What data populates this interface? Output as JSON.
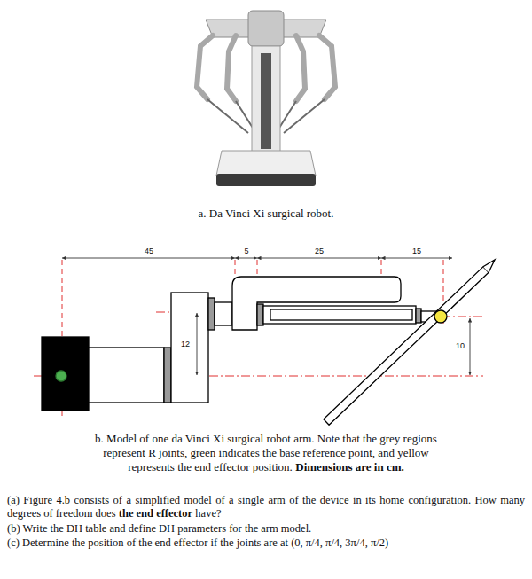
{
  "diagram": {
    "labels": [
      "a. Da Vinci Xi surgical robot.",
      "45",
      "5",
      "25",
      "15",
      "12",
      "10",
      "b. Model of one da Vinci Xi surgical robot arm. Note that the grey regions represent R joints, green indicates the base reference point, and yellow represents the end effector position.",
      "Dimensions are in cm.",
      "(a) Figure 4.b consists of a simplified model of a single arm of the device in its home configuration. How many degrees of freedom does",
      "the end effector",
      "have?",
      "(b) Write the DH table and define DH parameters for the arm model.",
      "(c) Determine the position of the end effector if the joints are at (0, π/4, π/4, 3π/4, π/2)"
    ]
  }
}
